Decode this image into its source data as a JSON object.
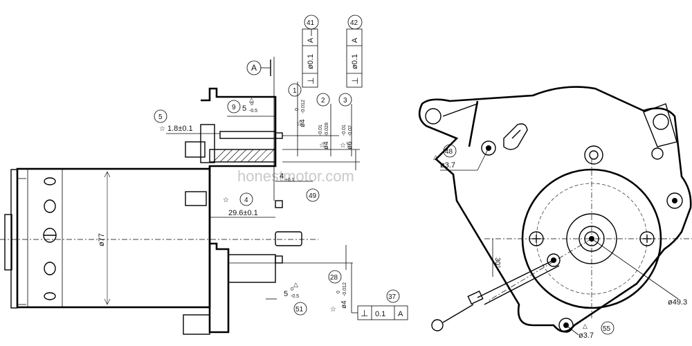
{
  "watermark": "honestmotor.com",
  "datum": {
    "label": "A"
  },
  "balloons": [
    "41",
    "42",
    "1",
    "2",
    "3",
    "5",
    "9",
    "4",
    "49",
    "48",
    "28",
    "37",
    "55",
    "51"
  ],
  "tolerance_frames": [
    {
      "symbol": "⊥",
      "value": "ø0.1",
      "datum": "A"
    },
    {
      "symbol": "⊥",
      "value": "ø0.1",
      "datum": "A"
    },
    {
      "symbol": "⊥",
      "value": "0.1",
      "datum": "A"
    }
  ],
  "dimensions": {
    "shaft1": {
      "base": "ø4",
      "upper": "0",
      "lower": "-0.012"
    },
    "shaft2": {
      "base": "ø4",
      "upper": "-0.01",
      "lower": "-0.028"
    },
    "shaft3": {
      "base": "ø6",
      "upper": "-0.01",
      "lower": "-0.02"
    },
    "shaft_lower": {
      "base": "ø4",
      "upper": "0",
      "lower": "-0.012"
    },
    "flange_offset": "1.8±0.1",
    "boss_upper": {
      "base": "5",
      "upper": "0",
      "lower": "-0.5"
    },
    "boss_lower": {
      "base": "5",
      "upper": "0",
      "lower": "-0.5"
    },
    "shaft_length_49": "4",
    "shaft_length_49_tol": "±0.1",
    "overall_29_6": "29.6±0.1",
    "body_dia": "ø77",
    "hole_48": "ø3.7",
    "hole_51": "ø3.7",
    "circle_dia": "ø49.3",
    "angle": "30°"
  }
}
